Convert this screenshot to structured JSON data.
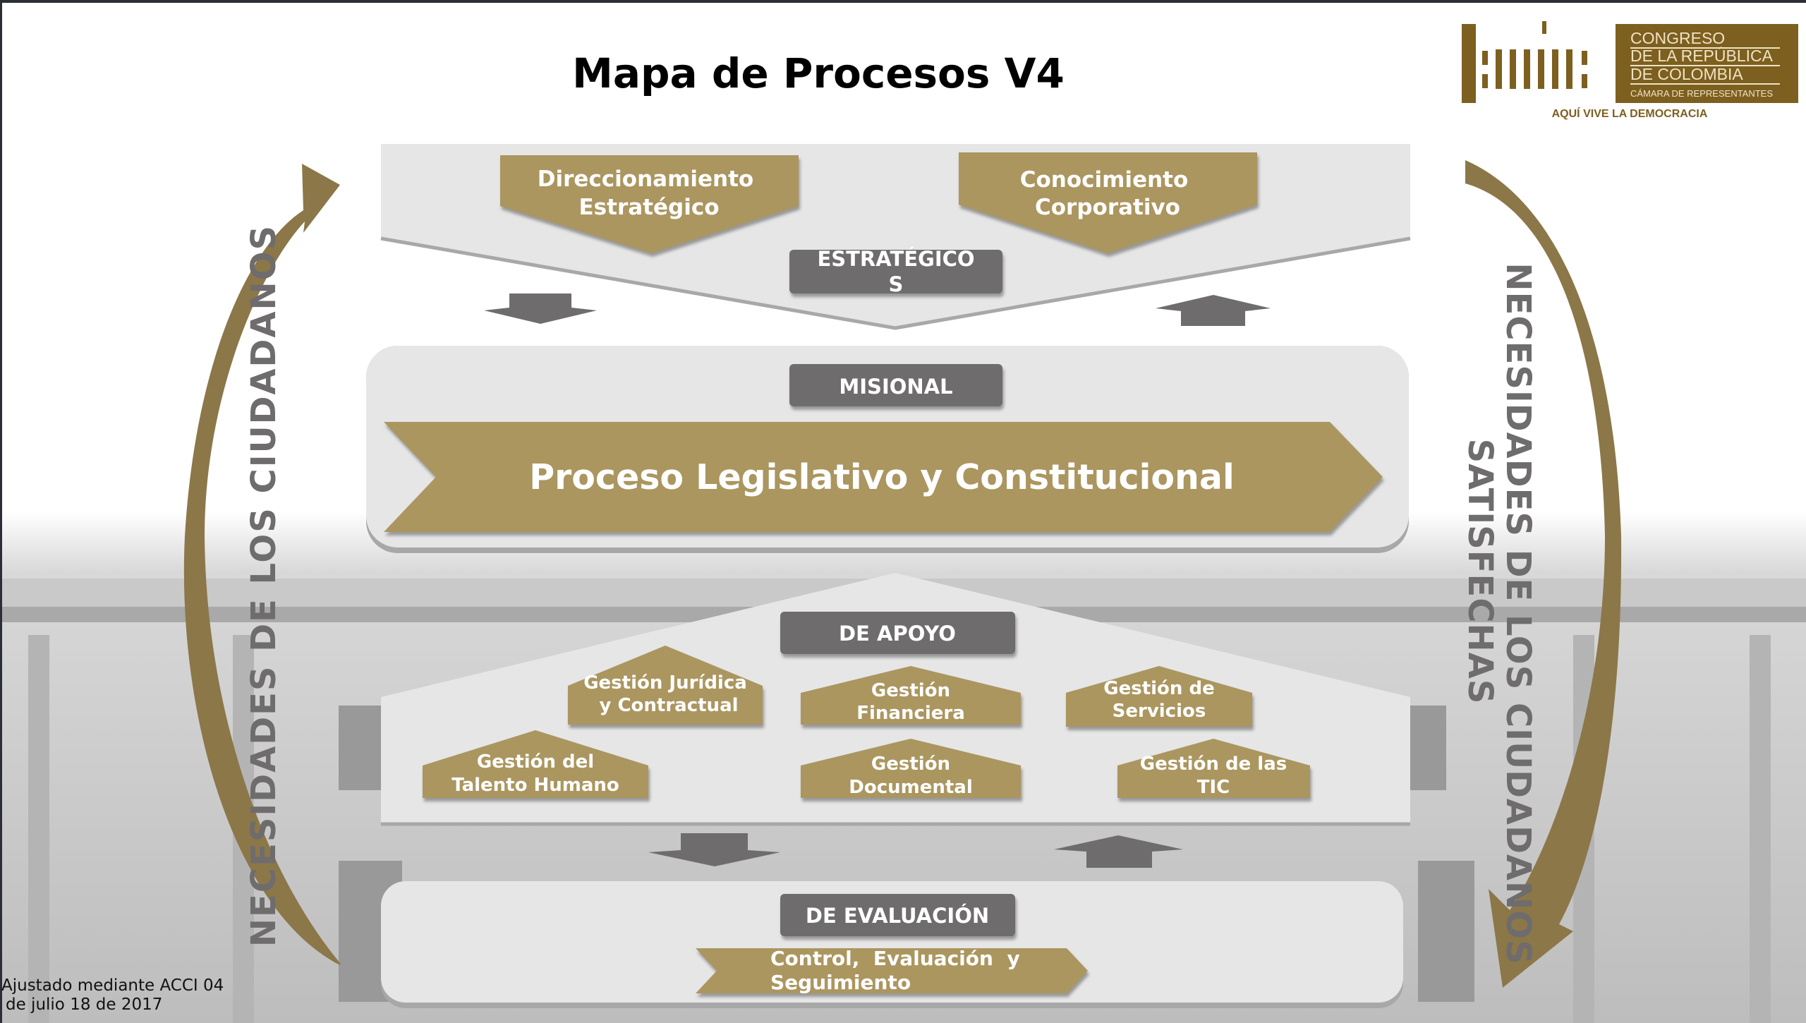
{
  "title": "Mapa de Procesos V4",
  "logo": {
    "line1": "CONGRESO",
    "line2": "DE LA REPÚBLICA",
    "line3": "DE COLOMBIA",
    "line4": "CÁMARA DE REPRESENTANTES",
    "tagline": "AQUÍ VIVE LA DEMOCRACIA"
  },
  "strategic": {
    "label_line1": "ESTRATÉGICO",
    "label_line2": "S",
    "boxes": [
      {
        "line1": "Direccionamiento",
        "line2": "Estratégico"
      },
      {
        "line1": "Conocimiento",
        "line2": "Corporativo"
      }
    ]
  },
  "misional": {
    "label": "MISIONAL",
    "process": "Proceso Legislativo y Constitucional"
  },
  "apoyo": {
    "label": "DE APOYO",
    "boxes": [
      {
        "line1": "Gestión Jurídica",
        "line2": "y Contractual"
      },
      {
        "line1": "Gestión",
        "line2": "Financiera"
      },
      {
        "line1": "Gestión de",
        "line2": "Servicios"
      },
      {
        "line1": "Gestión del",
        "line2": "Talento Humano"
      },
      {
        "line1": "Gestión",
        "line2": "Documental"
      },
      {
        "line1": "Gestión de las",
        "line2": "TIC"
      }
    ]
  },
  "evaluacion": {
    "label": "DE EVALUACIÓN",
    "process_line1": "Control,  Evaluación  y",
    "process_line2": "Seguimiento"
  },
  "side": {
    "left": "NECESIDADES  DE  LOS  CIUDADANOS",
    "right1": "NECESIDADES DE LOS CIUDADANOS",
    "right2": "SATISFECHAS"
  },
  "footnote": {
    "line1": "Ajustado mediante ACCI 04",
    "line2": "de julio 18 de 2017"
  },
  "colors": {
    "gold": "#ab9660",
    "arrow_gold": "#8c7749",
    "label_grey": "#6e6c6c",
    "panel": "#e6e6e6",
    "logo_brown": "#7d5f1f"
  }
}
